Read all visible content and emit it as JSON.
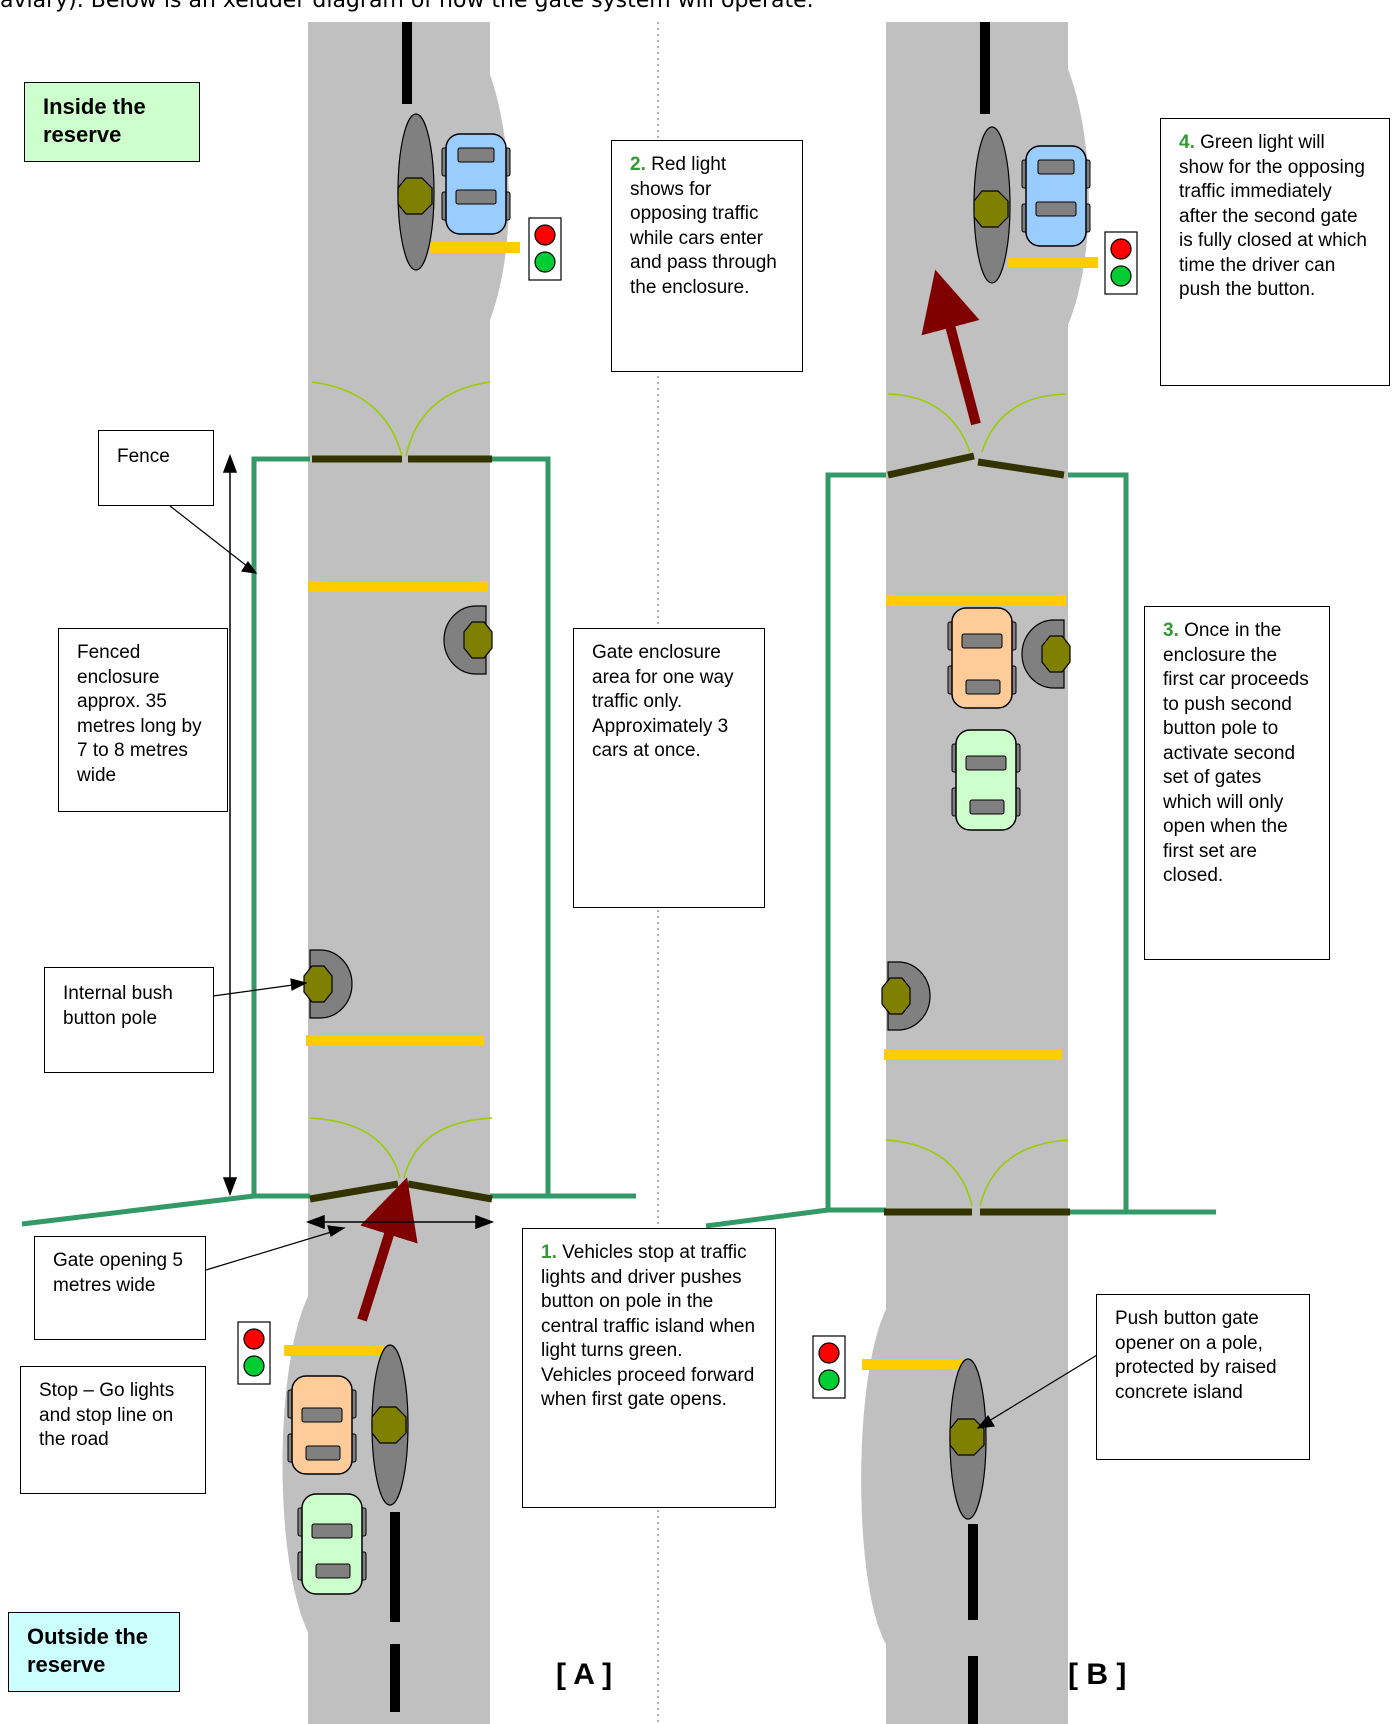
{
  "intro_text": "aviary). Below is an xeluder diagram of how the gate system will operate.",
  "labels": {
    "inside": "Inside the reserve",
    "outside": "Outside the reserve",
    "panel_a": "[ A ]",
    "panel_b": "[ B ]"
  },
  "callouts": {
    "fence": "Fence",
    "fenced_enclosure": "Fenced enclosure approx. 35 metres long by 7 to 8 metres wide",
    "internal_pole": "Internal bush button pole",
    "gate_opening": "Gate opening 5 metres wide",
    "stop_go": "Stop – Go lights and stop line on the road",
    "gate_enclosure_area": "Gate enclosure area for one way traffic only. Approximately 3 cars at once.",
    "push_button_opener": "Push button gate opener on a pole, protected by raised concrete island"
  },
  "steps": [
    {
      "num": "1.",
      "text": " Vehicles stop at traffic lights and driver pushes button on pole in the central traffic island when light turns green. Vehicles proceed forward when first gate opens."
    },
    {
      "num": "2.",
      "text": " Red light shows for opposing traffic while cars enter and pass through the enclosure."
    },
    {
      "num": "3.",
      "text": " Once in the enclosure the first car proceeds to push second button pole to activate second set of gates which will only open when the first set are closed."
    },
    {
      "num": "4.",
      "text": " Green light will show for the opposing traffic immediately after the second gate is fully closed at which time the driver can push the button."
    }
  ],
  "colors": {
    "road": "#c0c0c0",
    "fence": "#339966",
    "gate": "#333300",
    "stop_line": "#ffcc00",
    "arrow": "#800000",
    "car_blue": "#99ccff",
    "car_orange": "#ffcc99",
    "car_green": "#ccffcc",
    "button_pole": "#808000",
    "step_number": "#339933"
  },
  "icons": [
    "car-icon",
    "traffic-light-icon",
    "push-button-pole-icon",
    "gate-swing-arc",
    "direction-arrow"
  ]
}
